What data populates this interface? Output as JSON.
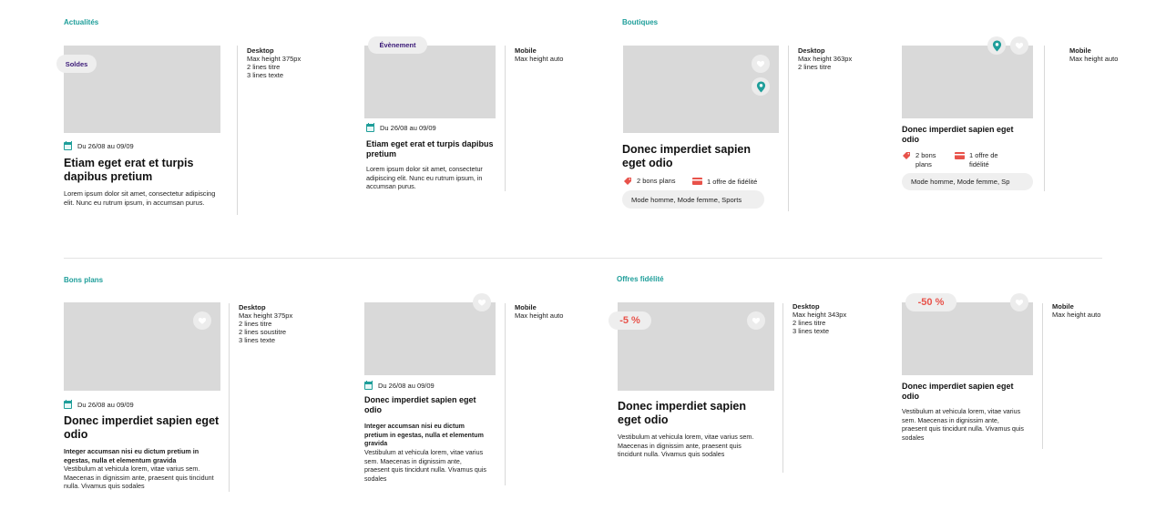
{
  "sections": {
    "actualites": "Actualités",
    "boutiques": "Boutiques",
    "bons_plans": "Bons plans",
    "offres_fidelite": "Offres fidélité"
  },
  "badges": {
    "soldes": "Soldes",
    "evenement": "Évènement"
  },
  "date_range": "Du 26/08 au 09/09",
  "specs": {
    "actu_desktop": {
      "title": "Desktop",
      "lines": [
        "Max height 375px",
        "2 lines titre",
        "3 lines texte"
      ]
    },
    "actu_mobile": {
      "title": "Mobile",
      "lines": [
        "Max height auto"
      ]
    },
    "bout_desktop": {
      "title": "Desktop",
      "lines": [
        "Max height 363px",
        "2 lines titre"
      ]
    },
    "bout_mobile": {
      "title": "Mobile",
      "lines": [
        "Max height auto"
      ]
    },
    "bons_desktop": {
      "title": "Desktop",
      "lines": [
        "Max height 375px",
        "2 lines titre",
        "2 lines soustitre",
        "3 lines texte"
      ]
    },
    "bons_mobile": {
      "title": "Mobile",
      "lines": [
        "Max height auto"
      ]
    },
    "fid_desktop": {
      "title": "Desktop",
      "lines": [
        "Max height 343px",
        "2 lines titre",
        "3 lines texte"
      ]
    },
    "fid_mobile": {
      "title": "Mobile",
      "lines": [
        "Max height auto"
      ]
    }
  },
  "cards": {
    "actu_desktop": {
      "title": "Etiam eget erat et turpis dapibus pretium",
      "text": "Lorem ipsum dolor sit amet, consectetur adipiscing elit. Nunc eu rutrum ipsum, in accumsan purus."
    },
    "actu_mobile": {
      "title": "Etiam eget erat et turpis dapibus pretium",
      "text": "Lorem ipsum dolor sit amet, consectetur adipiscing elit. Nunc eu rutrum ipsum, in accumsan purus."
    },
    "bout_desktop": {
      "title": "Donec imperdiet sapien eget odio",
      "bons_plans": "2 bons plans",
      "fidelite": "1 offre de fidélité",
      "categories": "Mode homme, Mode femme, Sports"
    },
    "bout_mobile": {
      "title": "Donec imperdiet sapien eget odio",
      "bons_plans": "2 bons plans",
      "fidelite": "1 offre de fidélité",
      "categories": "Mode homme, Mode femme, Sp"
    },
    "bons_desktop": {
      "title": "Donec imperdiet sapien eget odio",
      "subtitle": "Integer accumsan nisi eu dictum pretium in egestas, nulla et elementum gravida",
      "text": "Vestibulum at vehicula lorem, vitae varius sem. Maecenas in dignissim ante, praesent quis tincidunt nulla. Vivamus quis sodales"
    },
    "bons_mobile": {
      "title": "Donec imperdiet sapien eget odio",
      "subtitle": "Integer accumsan nisi eu dictum pretium in egestas, nulla et elementum gravida",
      "text": "Vestibulum at vehicula lorem, vitae varius sem. Maecenas in dignissim ante, praesent quis tincidunt nulla. Vivamus quis sodales"
    },
    "fid_desktop": {
      "discount": "-5 %",
      "title": "Donec imperdiet sapien eget odio",
      "text": "Vestibulum at vehicula lorem, vitae varius sem. Maecenas in dignissim ante, praesent quis tincidunt nulla. Vivamus quis sodales"
    },
    "fid_mobile": {
      "discount": "-50 %",
      "title": "Donec imperdiet sapien eget odio",
      "text": "Vestibulum at vehicula lorem, vitae varius sem. Maecenas in dignissim ante, praesent quis tincidunt nulla. Vivamus quis sodales"
    }
  },
  "colors": {
    "accent": "#1e9e9a",
    "badge_text": "#3b1a78",
    "discount": "#e8524a",
    "placeholder": "#d9d9d9"
  },
  "icons": [
    "calendar-icon",
    "heart-icon",
    "map-pin-icon",
    "tag-icon",
    "loyalty-card-icon"
  ]
}
